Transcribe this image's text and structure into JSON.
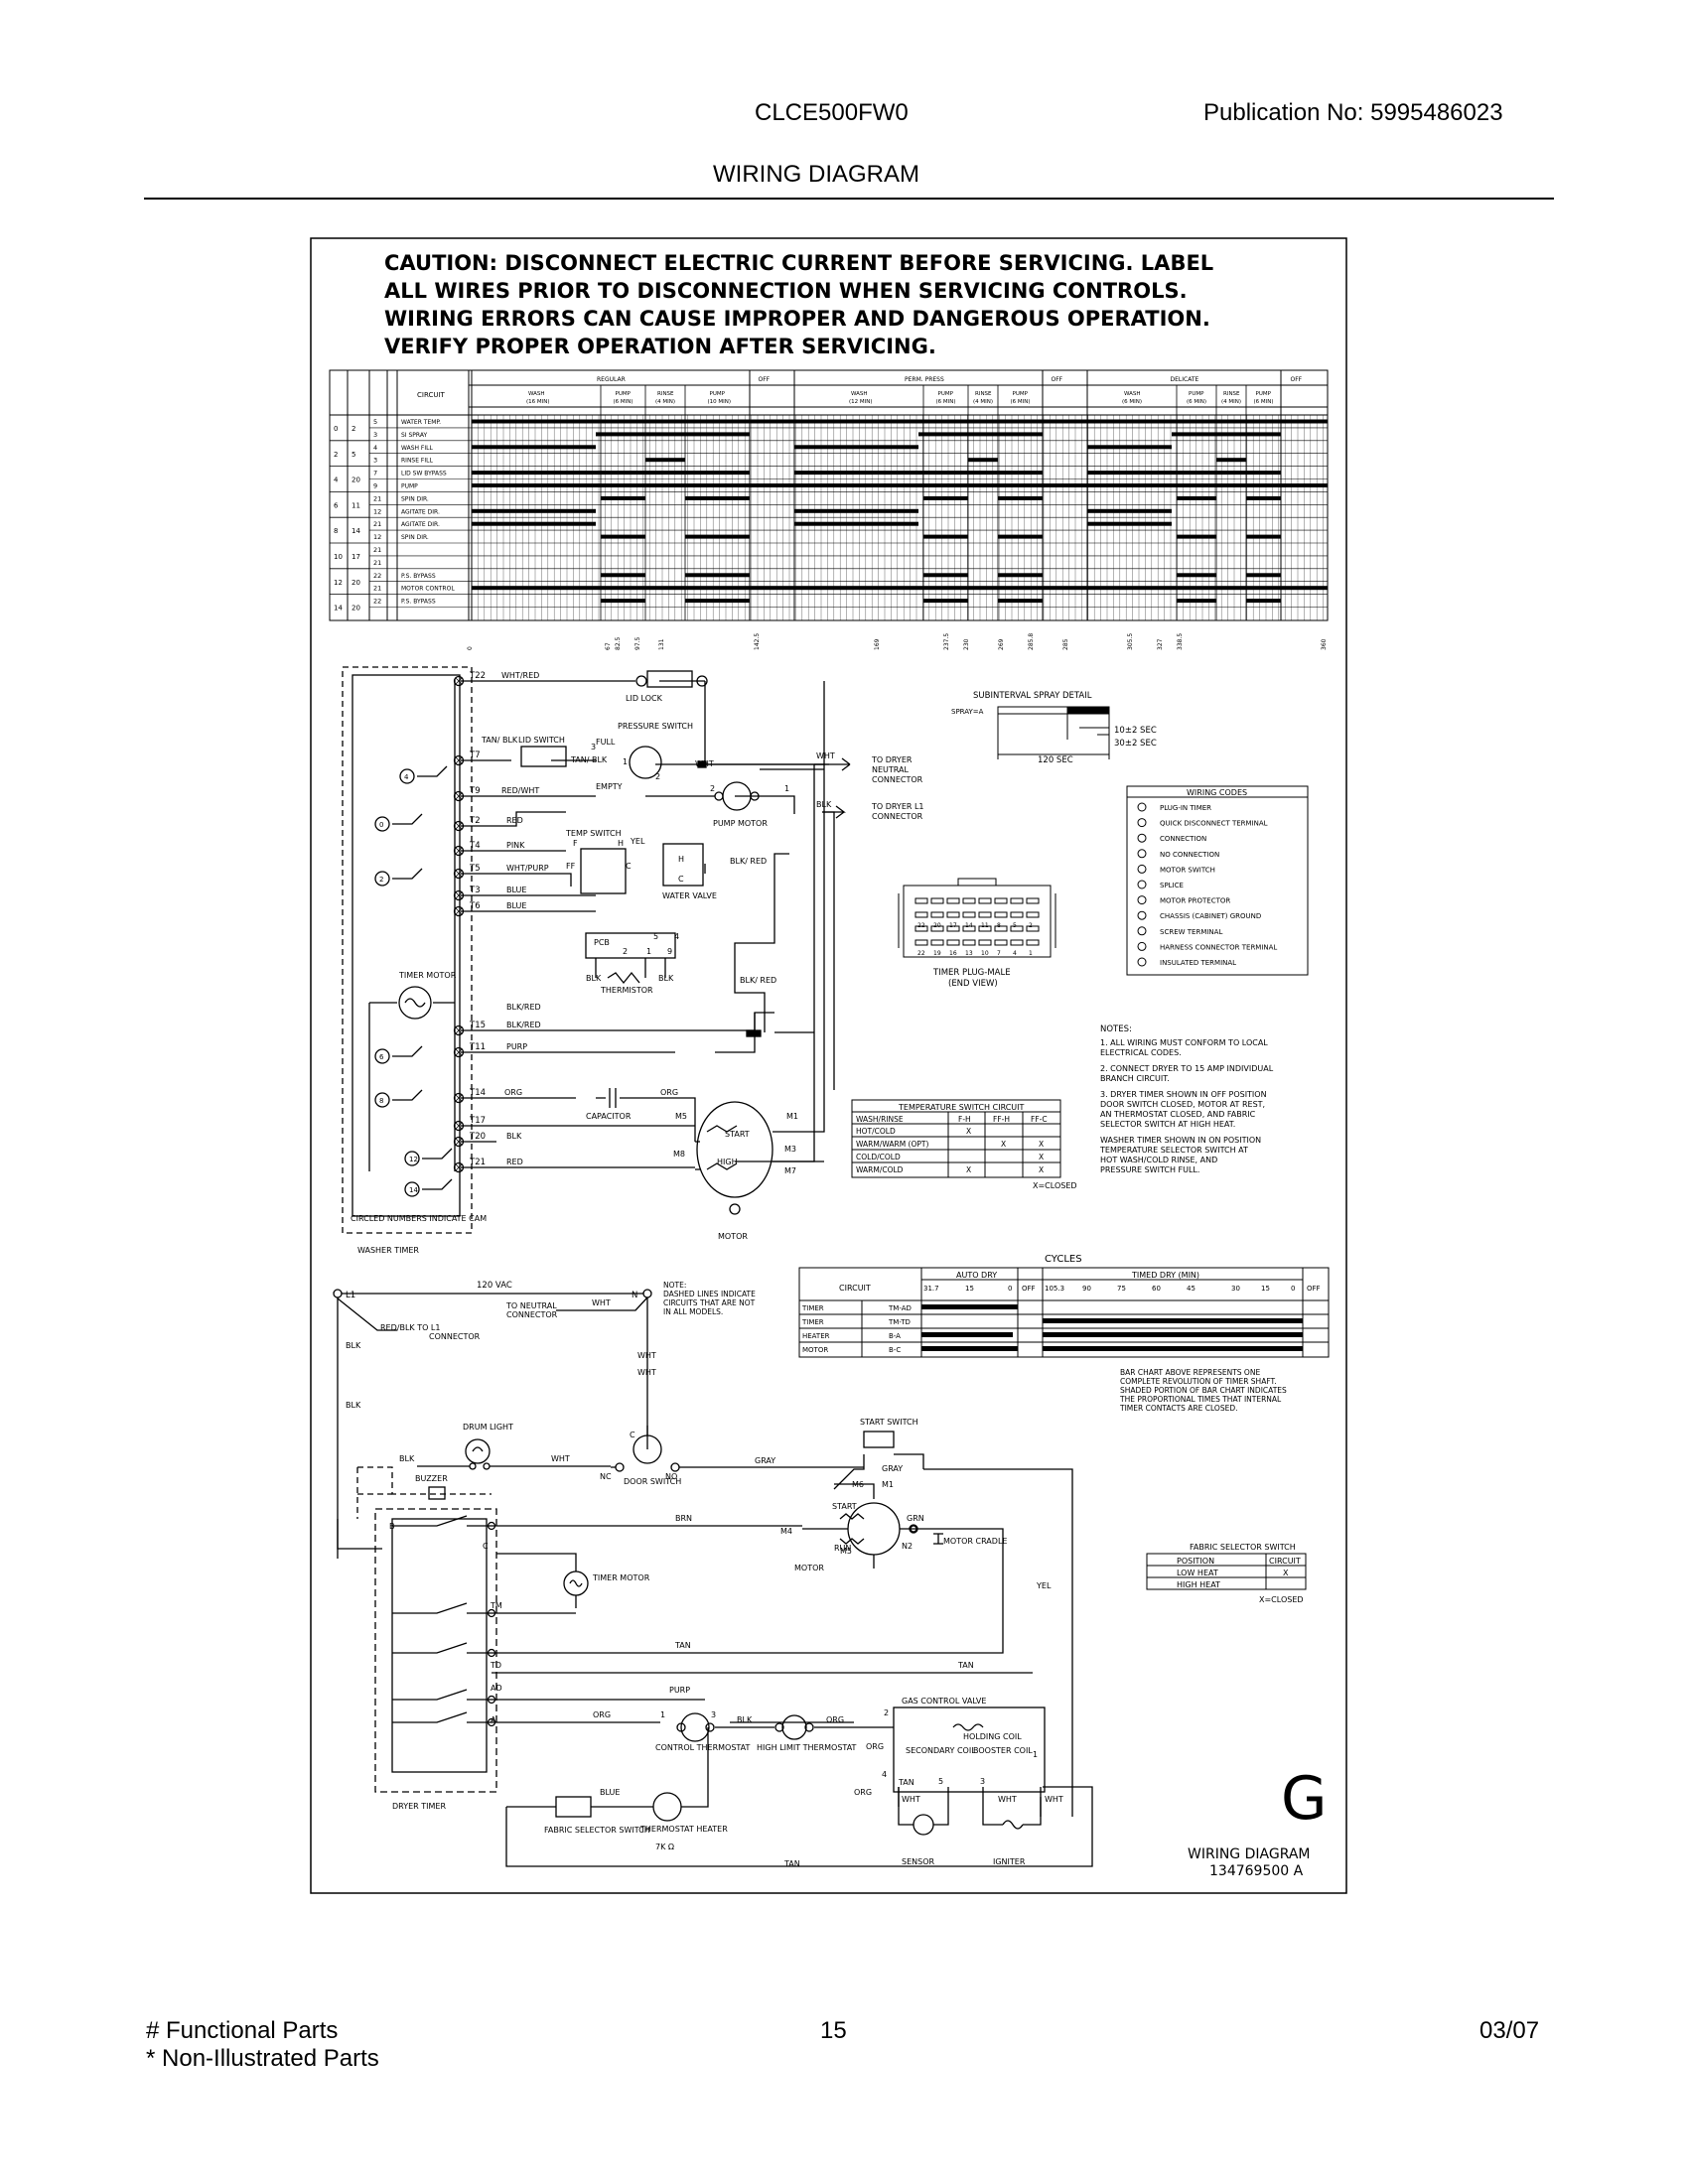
{
  "header": {
    "model": "CLCE500FW0",
    "publication": "Publication No:  5995486023",
    "title": "WIRING DIAGRAM"
  },
  "footer": {
    "functional": "# Functional Parts",
    "non_illustrated": "* Non-Illustrated Parts",
    "page": "15",
    "date": "03/07"
  },
  "caution": [
    "CAUTION: DISCONNECT ELECTRIC CURRENT BEFORE SERVICING. LABEL",
    "ALL WIRES PRIOR TO DISCONNECTION WHEN SERVICING CONTROLS.",
    "WIRING ERRORS CAN CAUSE IMPROPER AND DANGEROUS OPERATION.",
    "VERIFY PROPER OPERATION AFTER SERVICING."
  ],
  "washer_chart": {
    "groups": [
      "REGULAR",
      "OFF",
      "PERM. PRESS",
      "OFF",
      "DELICATE",
      "OFF"
    ],
    "subcols": [
      "WASH (16 MIN)",
      "PUMP (6 MIN)",
      "RINSE (4 MIN)",
      "PUMP (10 MIN)",
      "WASH (12 MIN)",
      "PUMP (6 MIN)",
      "RINSE (4 MIN)",
      "PUMP (6 MIN)",
      "WASH (6 MIN)",
      "PUMP (6 MIN)",
      "RINSE (4 MIN)",
      "PUMP (6 MIN)"
    ],
    "circuit_header": "CIRCUIT",
    "rows": [
      {
        "term": "5",
        "circuit": "WATER TEMP."
      },
      {
        "term": "3",
        "circuit": "SI SPRAY"
      },
      {
        "term": "4",
        "circuit": "WASH FILL"
      },
      {
        "term": "3",
        "circuit": "RINSE FILL"
      },
      {
        "term": "7",
        "circuit": "LID SW BYPASS"
      },
      {
        "term": "9",
        "circuit": "PUMP"
      },
      {
        "term": "21",
        "circuit": "SPIN DIR."
      },
      {
        "term": "12",
        "circuit": "AGITATE DIR."
      },
      {
        "term": "21",
        "circuit": "AGITATE DIR."
      },
      {
        "term": "12",
        "circuit": "SPIN DIR."
      },
      {
        "term": "21",
        "circuit": ""
      },
      {
        "term": "21",
        "circuit": ""
      },
      {
        "term": "22",
        "circuit": "P.S. BYPASS"
      },
      {
        "term": "21",
        "circuit": "MOTOR CONTROL"
      },
      {
        "term": "22",
        "circuit": "P.S. BYPASS"
      },
      {
        "term": "",
        "circuit": ""
      }
    ],
    "pairs": [
      [
        "0",
        "2"
      ],
      [
        "2",
        "5"
      ],
      [
        "4",
        "20"
      ],
      [
        "6",
        "11"
      ],
      [
        "8",
        "14"
      ],
      [
        "10",
        "17"
      ],
      [
        "12",
        "20"
      ],
      [
        "14",
        "20"
      ]
    ],
    "bottom_scale": [
      "0",
      "67",
      "82.5",
      "97.5",
      "131",
      "142.5",
      "169",
      "237.5",
      "230",
      "269",
      "285.8",
      "285",
      "305.5",
      "327",
      "338.5",
      "360"
    ]
  },
  "washer": {
    "terminals": [
      "T22",
      "T7",
      "T9",
      "T2",
      "T4",
      "T5",
      "T3",
      "T6",
      "T15",
      "T11",
      "T14",
      "T17",
      "T20",
      "T21"
    ],
    "wire_labels": [
      "WHT/RED",
      "TAN/ BLK",
      "RED/WHT",
      "RED",
      "PINK",
      "WHT/PURP",
      "BLUE",
      "BLUE",
      "BLK/RED",
      "BLK/RED",
      "PURP",
      "ORG",
      "BLK",
      "RED",
      "WHT",
      "BLK",
      "YEL",
      "BLK/ RED",
      "BLK/ RED",
      "ORG",
      "TAN/ BLK",
      "WHT"
    ],
    "components": [
      "LID LOCK",
      "LID SWITCH",
      "PRESSURE SWITCH",
      "FULL",
      "EMPTY",
      "PUMP MOTOR",
      "TEMP SWITCH",
      "WATER VALVE",
      "PCB",
      "THERMISTOR",
      "TIMER MOTOR",
      "CAPACITOR",
      "START",
      "HIGH",
      "MOTOR",
      "WASHER TIMER",
      "CIRCLED NUMBERS INDICATE CAM"
    ],
    "dryer_conn": [
      "TO DRYER NEUTRAL CONNECTOR",
      "TO DRYER L1 CONNECTOR"
    ],
    "cams": [
      "4",
      "0",
      "2",
      "6",
      "8",
      "12",
      "14"
    ],
    "motor_pins": [
      "M5",
      "M1",
      "M8",
      "M3",
      "M7"
    ],
    "pcb_pins": [
      "5",
      "4",
      "2",
      "1",
      "9"
    ],
    "valve_letters": [
      "H",
      "C"
    ],
    "misc": [
      "F",
      "H",
      "FF",
      "C",
      "1",
      "2",
      "3",
      "2",
      "1",
      "BLK",
      "BLK"
    ]
  },
  "spray_detail": {
    "title": "SUBINTERVAL  SPRAY  DETAIL",
    "label": "SPRAY=A",
    "t1": "10±2 SEC",
    "t2": "30±2 SEC",
    "t3": "120 SEC"
  },
  "wiring_codes": {
    "title": "WIRING  CODES",
    "items": [
      "PLUG-IN TIMER",
      "QUICK DISCONNECT TERMINAL",
      "CONNECTION",
      "NO CONNECTION",
      "MOTOR SWITCH",
      "SPLICE",
      "MOTOR PROTECTOR",
      "CHASSIS (CABINET) GROUND",
      "SCREW TERMINAL",
      "HARNESS CONNECTOR TERMINAL",
      "INSULATED TERMINAL"
    ]
  },
  "timer_plug": {
    "label1": "TIMER PLUG-MALE",
    "label2": "(END VIEW)",
    "top": [
      "22",
      "20",
      "17",
      "14",
      "11",
      "8",
      "5",
      "2"
    ],
    "bottom": [
      "22",
      "19",
      "16",
      "13",
      "10",
      "7",
      "4",
      "1"
    ]
  },
  "notes": {
    "title": "NOTES:",
    "lines": [
      "1.  ALL WIRING MUST CONFORM TO LOCAL",
      "     ELECTRICAL CODES.",
      "2.  CONNECT DRYER TO 15 AMP INDIVIDUAL",
      "     BRANCH CIRCUIT.",
      "3.  DRYER TIMER SHOWN IN OFF POSITION",
      "     DOOR SWITCH CLOSED, MOTOR AT REST,",
      "     AN THERMOSTAT CLOSED, AND FABRIC",
      "     SELECTOR SWITCH AT HIGH HEAT.",
      "     WASHER TIMER SHOWN IN ON POSITION",
      "     TEMPERATURE SELECTOR SWITCH AT",
      "     HOT WASH/COLD RINSE, AND",
      "     PRESSURE SWITCH FULL."
    ]
  },
  "temp_switch_table": {
    "title": "TEMPERATURE  SWITCH  CIRCUIT",
    "headers": [
      "WASH/RINSE",
      "F-H",
      "FF-H",
      "FF-C"
    ],
    "rows": [
      [
        "HOT/COLD",
        "X",
        "",
        ""
      ],
      [
        "WARM/WARM (OPT)",
        "",
        "X",
        "X"
      ],
      [
        "COLD/COLD",
        "",
        "",
        "X"
      ],
      [
        "WARM/COLD",
        "X",
        "",
        "X"
      ]
    ],
    "footnote": "X=CLOSED"
  },
  "cycles_table": {
    "title": "CYCLES",
    "circuit": "CIRCUIT",
    "auto_dry": "AUTO DRY",
    "off": "OFF",
    "timed_dry": "TIMED DRY (MIN)",
    "scale": [
      "31.7",
      "15",
      "0",
      "105.3",
      "90",
      "75",
      "60",
      "45",
      "30",
      "15",
      "0"
    ],
    "rows": [
      [
        "TIMER",
        "TM-AD"
      ],
      [
        "TIMER",
        "TM-TD"
      ],
      [
        "HEATER",
        "B-A"
      ],
      [
        "MOTOR",
        "B-C"
      ]
    ],
    "note": [
      "BAR CHART ABOVE REPRESENTS ONE",
      "COMPLETE REVOLUTION OF TIMER SHAFT.",
      "SHADED PORTION OF BAR CHART INDICATES",
      "THE PROPORTIONAL TIMES THAT INTERNAL",
      "TIMER CONTACTS ARE CLOSED."
    ]
  },
  "dryer": {
    "vac": "120 VAC",
    "l1": "L1",
    "n": "N",
    "to_neutral": "TO NEUTRAL CONNECTOR",
    "to_l1": "RED/BLK",
    "to_l1b": "TO L1 CONNECTOR",
    "dashed_note": [
      "NOTE:",
      "DASHED LINES INDICATE",
      "CIRCUITS THAT ARE NOT",
      "IN ALL MODELS."
    ],
    "wires": [
      "WHT",
      "WHT",
      "WHT",
      "BLK",
      "BLK",
      "BLK",
      "WHT",
      "GRAY",
      "GRAY",
      "BRN",
      "GRN",
      "YEL",
      "TAN",
      "TAN",
      "PURP",
      "ORG",
      "BLK",
      "ORG",
      "ORG",
      "BLUE",
      "TAN",
      "ORG",
      "WHT",
      "WHT",
      "WHT",
      "TAN"
    ],
    "components": [
      "DRUM LIGHT",
      "BUZZER",
      "DOOR SWITCH",
      "START SWITCH",
      "START",
      "RUN",
      "MOTOR",
      "MOTOR CRADLE",
      "TIMER MOTOR",
      "DRYER TIMER",
      "CONTROL THERMOSTAT",
      "HIGH LIMIT THERMOSTAT",
      "GAS CONTROL VALVE",
      "HOLDING COIL",
      "SECONDARY COIL",
      "BOOSTER COIL",
      "SENSOR",
      "IGNITER",
      "FABRIC SELECTOR SWITCH",
      "THERMOSTAT HEATER",
      "7K Ω"
    ],
    "timer_terms": [
      "B",
      "C",
      "TM",
      "TD",
      "AD",
      "A"
    ],
    "motor_pins": [
      "M6",
      "M1",
      "M4",
      "M5",
      "N2"
    ],
    "door_pins": [
      "C",
      "NC",
      "NO"
    ],
    "gas_pins": [
      "2",
      "1",
      "4",
      "5",
      "3"
    ],
    "thermo_pins": [
      "1",
      "3"
    ]
  },
  "fabric_table": {
    "title": "FABRIC  SELECTOR  SWITCH",
    "headers": [
      "POSITION",
      "CIRCUIT"
    ],
    "rows": [
      [
        "LOW HEAT",
        "X"
      ],
      [
        "HIGH HEAT",
        ""
      ]
    ],
    "footnote": "X=CLOSED"
  },
  "revision": "G",
  "diagram_id": [
    "WIRING  DIAGRAM",
    "134769500  A"
  ]
}
